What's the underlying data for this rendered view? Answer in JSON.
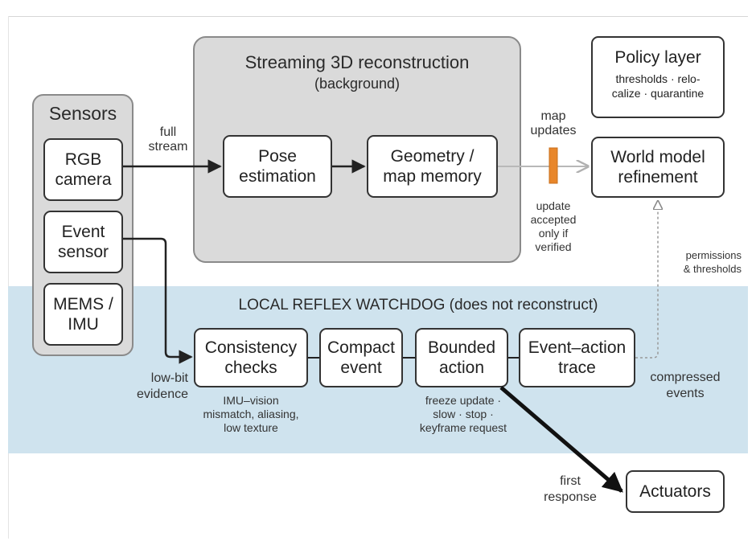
{
  "sensors": {
    "title": "Sensors",
    "rgb": [
      "RGB",
      "camera"
    ],
    "event": [
      "Event",
      "sensor"
    ],
    "imu": [
      "MEMS /",
      "IMU"
    ]
  },
  "streaming": {
    "title": "Streaming 3D reconstruction",
    "subtitle": "(background)",
    "pose": [
      "Pose",
      "estimation"
    ],
    "geometry": [
      "Geometry /",
      "map memory"
    ]
  },
  "policy": {
    "title": "Policy layer",
    "detail": [
      "thresholds · relo-",
      "calize · quarantine"
    ]
  },
  "world_model": [
    "World model",
    "refinement"
  ],
  "watchdog": {
    "title": "LOCAL REFLEX WATCHDOG (does not reconstruct)",
    "consistency": [
      "Consistency",
      "checks"
    ],
    "compact": [
      "Compact",
      "event"
    ],
    "bounded": [
      "Bounded",
      "action"
    ],
    "trace": [
      "Event–action",
      "trace"
    ]
  },
  "actuators": "Actuators",
  "labels": {
    "full_stream": [
      "full",
      "stream"
    ],
    "map_updates": [
      "map",
      "updates"
    ],
    "update_accepted": [
      "update",
      "accepted",
      "only if",
      "verified"
    ],
    "permissions": [
      "permissions",
      "& thresholds"
    ],
    "low_bit": [
      "low-bit",
      "evidence"
    ],
    "consistency_note": [
      "IMU–vision",
      "mismatch, aliasing,",
      "low texture"
    ],
    "bounded_note": [
      "freeze update ·",
      "slow · stop ·",
      "keyframe request"
    ],
    "compressed": [
      "compressed",
      "events"
    ],
    "first_response": [
      "first",
      "response"
    ]
  },
  "colors": {
    "watchdog_band": "#cfe3ee",
    "background_group": "#dadada",
    "gate": "#e8862a",
    "arrow": "#222222",
    "faint_arrow": "#b8b8b8"
  }
}
